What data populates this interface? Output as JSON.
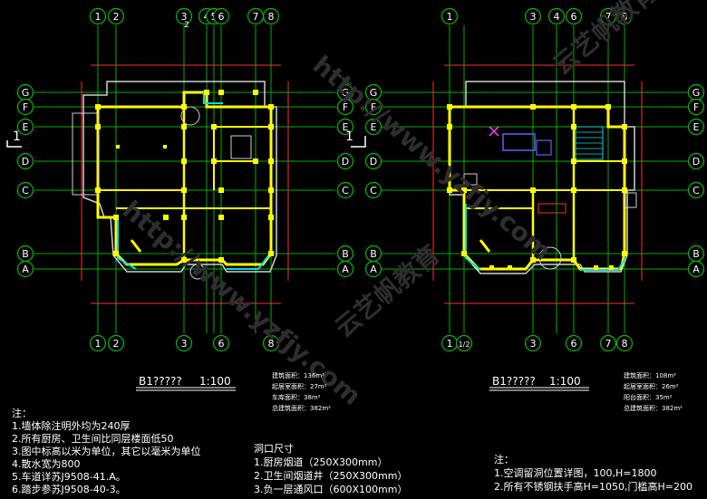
{
  "colors": {
    "background": "#000000",
    "grid": "#00b000",
    "wall": "#ffff00",
    "dim": "#ff3030",
    "bubble": "#00c000",
    "text": "#ffffff",
    "cyan": "#00e0e0"
  },
  "watermark": {
    "url": "http://www.yzfjy.com",
    "brand": "云艺帆教育"
  },
  "left_plan": {
    "title": "B1?????",
    "scale": "1:100",
    "top_axes": [
      "1",
      "2",
      "3",
      "4",
      "5",
      "6",
      "7",
      "8"
    ],
    "bottom_axes": [
      "1",
      "2",
      "3",
      "6",
      "8"
    ],
    "row_axes": [
      "G",
      "F",
      "E",
      "D",
      "C",
      "B",
      "A"
    ],
    "section_mark": "1",
    "top_mark": "2",
    "areas": [
      "建筑面积：136m²",
      "起居室面积：27m²",
      "车库面积：38m²",
      "总建筑面积：382m²"
    ],
    "notes_title": "注：",
    "notes": [
      "1.墙体除注明外均为240厚",
      "2.所有厨房、卫生间比同层楼面低50",
      "3.图中标高以米为单位，其它以毫米为单位",
      "4.散水宽为800",
      "5.车道详苏J9508-41.A。",
      "6.踏步参苏J9508-40-3。"
    ],
    "opening_title": "洞口尺寸",
    "openings": [
      "1.厨房烟道（250X300mm）",
      "2.卫生间烟道井（250X300mm）",
      "3.负一层通风口（600X100mm）"
    ]
  },
  "right_plan": {
    "title": "B1?????",
    "scale": "1:100",
    "top_axes": [
      "1",
      "3",
      "4",
      "6",
      "7",
      "8"
    ],
    "bottom_axes": [
      "1",
      "1/2",
      "3",
      "6",
      "7",
      "8"
    ],
    "row_axes": [
      "G",
      "F",
      "E",
      "D",
      "C",
      "B",
      "A"
    ],
    "section_mark": "1",
    "areas": [
      "建筑面积：108m²",
      "起居室面积：26m²",
      "阳台面积：35m²",
      "总建筑面积：382m²"
    ],
    "notes_title": "注：",
    "notes": [
      "1.空调留洞位置详图，100,H=1800",
      "2.所有不锈钢扶手高H=1050,门槛高H=200"
    ]
  }
}
